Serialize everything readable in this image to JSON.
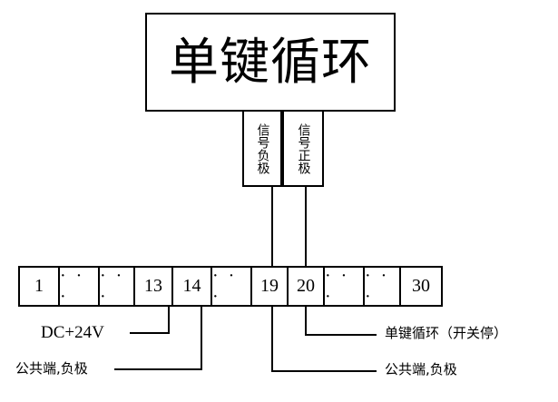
{
  "diagram": {
    "title_box": {
      "label": "单键循环"
    },
    "signal_boxes": [
      {
        "name": "signal-negative",
        "label": "信号负极"
      },
      {
        "name": "signal-positive",
        "label": "信号正极"
      }
    ],
    "terminal_strip": {
      "cells": [
        {
          "label": "1",
          "type": "number"
        },
        {
          "label": "·  ·  ·",
          "type": "dots"
        },
        {
          "label": "·  ·  ·",
          "type": "dots"
        },
        {
          "label": "13",
          "type": "number"
        },
        {
          "label": "14",
          "type": "number"
        },
        {
          "label": "·  ·  ·",
          "type": "dots"
        },
        {
          "label": "19",
          "type": "number"
        },
        {
          "label": "20",
          "type": "number"
        },
        {
          "label": "·  ·  ·",
          "type": "dots"
        },
        {
          "label": "·  ·  ·",
          "type": "dots"
        },
        {
          "label": "30",
          "type": "number"
        }
      ]
    },
    "annotations": [
      {
        "name": "annotation-dc24v",
        "label": "DC+24V",
        "side": "left"
      },
      {
        "name": "annotation-common-negative-left",
        "label": "公共端,负极",
        "side": "left"
      },
      {
        "name": "annotation-single-key-cycle",
        "label": "单键循环（开关停）",
        "side": "right"
      },
      {
        "name": "annotation-common-negative-right",
        "label": "公共端,负极",
        "side": "right"
      }
    ],
    "colors": {
      "line": "#000000",
      "background": "#ffffff",
      "text": "#000000"
    }
  }
}
